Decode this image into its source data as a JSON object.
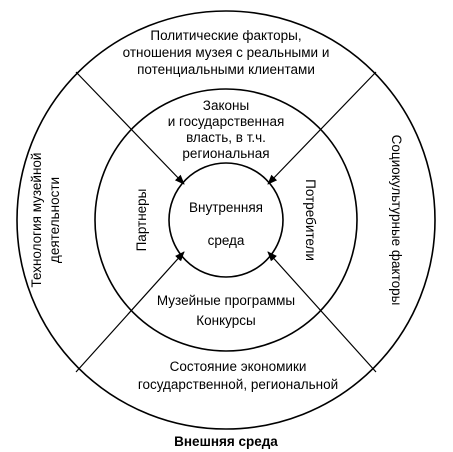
{
  "diagram": {
    "outer_top": [
      "Политические факторы,",
      "отношения музея с реальными и",
      "потенциальными клиентами"
    ],
    "outer_left": [
      "Технология  музейной",
      "деятельности"
    ],
    "outer_right": "Социокультурные  факторы",
    "outer_bottom": [
      "Состояние экономики",
      "государственной, региональной"
    ],
    "middle_top": [
      "Законы",
      "и государственная",
      "власть, в т.ч.",
      "региональная"
    ],
    "middle_left": "Партнеры",
    "middle_right": "Потребители",
    "middle_bottom": [
      "Музейные программы",
      "Конкурсы"
    ],
    "center": [
      "Внутренняя",
      "среда"
    ],
    "caption": "Внешняя среда"
  }
}
